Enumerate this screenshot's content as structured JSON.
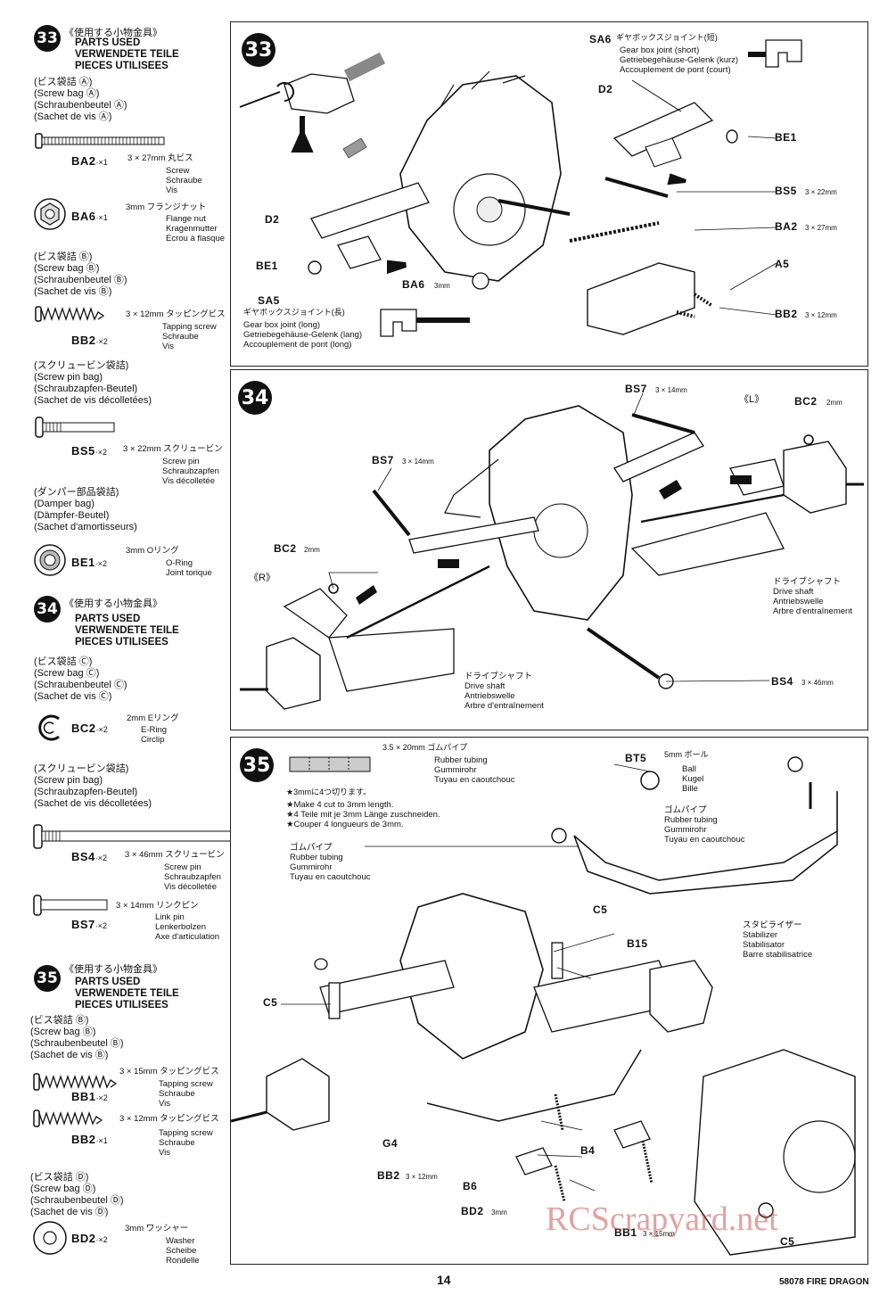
{
  "sidebar": {
    "s33": {
      "num": "33",
      "jp": "《使用する小物金具》",
      "en1": "PARTS USED",
      "en2": "VERWENDETE TEILE",
      "en3": "PIECES UTILISEES",
      "bagA": [
        "(ビス袋詰 Ⓐ)",
        "(Screw bag Ⓐ)",
        "(Schraubenbeutel Ⓐ)",
        "(Sachet de vis Ⓐ)"
      ],
      "ba2_code": "BA2",
      "ba2_qty": "·×1",
      "ba2_size": "3 × 27mm 丸ビス",
      "ba2_desc": [
        "Screw",
        "Schraube",
        "Vis"
      ],
      "ba6_code": "BA6",
      "ba6_qty": "·×1",
      "ba6_size": "3mm フランジナット",
      "ba6_desc": [
        "Flange nut",
        "Kragenmutter",
        "Ecrou à flasque"
      ],
      "bagB": [
        "(ビス袋詰 Ⓑ)",
        "(Screw bag Ⓑ)",
        "(Schraubenbeutel Ⓑ)",
        "(Sachet de vis Ⓑ)"
      ],
      "bb2_code": "BB2",
      "bb2_qty": "·×2",
      "bb2_size": "3 × 12mm タッピングビス",
      "bb2_desc": [
        "Tapping screw",
        "Schraube",
        "Vis"
      ],
      "pinbag": [
        "(スクリュービン袋詰)",
        "(Screw pin bag)",
        "(Schraubzapfen-Beutel)",
        "(Sachet de vis décolletées)"
      ],
      "bs5_code": "BS5",
      "bs5_qty": "·×2",
      "bs5_size": "3 × 22mm スクリュービン",
      "bs5_desc": [
        "Screw pin",
        "Schraubzapfen",
        "Vis décolletée"
      ],
      "damper": [
        "(ダンパー部品袋詰)",
        "(Damper bag)",
        "(Dämpfer-Beutel)",
        "(Sachet d'amortisseurs)"
      ],
      "be1_code": "BE1",
      "be1_qty": "·×2",
      "be1_size": "3mm Oリング",
      "be1_desc": [
        "O-Ring",
        "Joint torique"
      ]
    },
    "s34": {
      "num": "34",
      "jp": "《使用する小物金具》",
      "en1": "PARTS USED",
      "en2": "VERWENDETE TEILE",
      "en3": "PIECES UTILISEES",
      "bagC": [
        "(ビス袋詰 Ⓒ)",
        "(Screw bag Ⓒ)",
        "(Schraubenbeutel Ⓒ)",
        "(Sachet de vis Ⓒ)"
      ],
      "bc2_code": "BC2",
      "bc2_qty": "·×2",
      "bc2_size": "2mm Eリング",
      "bc2_desc": [
        "E-Ring",
        "Circlip"
      ],
      "pinbag": [
        "(スクリュービン袋詰)",
        "(Screw pin bag)",
        "(Schraubzapfen-Beutel)",
        "(Sachet de vis décolletées)"
      ],
      "bs4_code": "BS4",
      "bs4_qty": "·×2",
      "bs4_size": "3 × 46mm スクリュービン",
      "bs4_desc": [
        "Screw pin",
        "Schraubzapfen",
        "Vis décolletée"
      ],
      "bs7_code": "BS7",
      "bs7_qty": "·×2",
      "bs7_size": "3 × 14mm リンクピン",
      "bs7_desc": [
        "Link pin",
        "Lenkerbolzen",
        "Axe d'articulation"
      ]
    },
    "s35": {
      "num": "35",
      "jp": "《使用する小物金具》",
      "en1": "PARTS USED",
      "en2": "VERWENDETE TEILE",
      "en3": "PIECES UTILISEES",
      "bagB": [
        "(ビス袋詰 Ⓑ)",
        "(Screw bag Ⓑ)",
        "(Schraubenbeutel Ⓑ)",
        "(Sachet de vis Ⓑ)"
      ],
      "bb1_code": "BB1",
      "bb1_qty": "·×2",
      "bb1_size": "3 × 15mm タッピングビス",
      "bb1_desc": [
        "Tapping screw",
        "Schraube",
        "Vis"
      ],
      "bb2_code": "BB2",
      "bb2_qty": "·×1",
      "bb2_size": "3 × 12mm タッピングビス",
      "bb2_desc": [
        "Tapping screw",
        "Schraube",
        "Vis"
      ],
      "bagD": [
        "(ビス袋詰 Ⓓ)",
        "(Screw bag Ⓓ)",
        "(Schraubenbeutel Ⓓ)",
        "(Sachet de vis Ⓓ)"
      ],
      "bd2_code": "BD2",
      "bd2_qty": "·×2",
      "bd2_size": "3mm ワッシャー",
      "bd2_desc": [
        "Washer",
        "Scheibe",
        "Rondelle"
      ]
    }
  },
  "panel33": {
    "num": "33",
    "sa6": "SA6",
    "sa6_jp": "ギヤボックスジョイント(短)",
    "sa6_desc": [
      "Gear box joint (short)",
      "Getriebegehäuse-Gelenk (kurz)",
      "Accouplement de pont (court)"
    ],
    "d2a": "D2",
    "d2b": "D2",
    "be1a": "BE1",
    "be1b": "BE1",
    "bs5": "BS5",
    "bs5_size": "3 × 22mm",
    "ba2": "BA2",
    "ba2_size": "3 × 27mm",
    "a5": "A5",
    "bb2": "BB2",
    "bb2_size": "3 × 12mm",
    "ba6": "BA6",
    "ba6_size": "3mm",
    "sa5": "SA5",
    "sa5_jp": "ギヤボックスジョイント(長)",
    "sa5_desc": [
      "Gear box joint (long)",
      "Getriebegehäuse-Gelenk (lang)",
      "Accouplement de pont (long)"
    ]
  },
  "panel34": {
    "num": "34",
    "bs7a": "BS7",
    "bs7a_size": "3 × 14mm",
    "bs7b": "BS7",
    "bs7b_size": "3 × 14mm",
    "L": "《L》",
    "R": "《R》",
    "bc2a": "BC2",
    "bc2a_size": "2mm",
    "bc2b": "BC2",
    "bc2b_size": "2mm",
    "drive_r": [
      "ドライブシャフト",
      "Drive shaft",
      "Antriebswelle",
      "Arbre d'entraînement"
    ],
    "drive_l": [
      "ドライブシャフト",
      "Drive shaft",
      "Antriebswelle",
      "Arbre d'entraînement"
    ],
    "bs4": "BS4",
    "bs4_size": "3 × 46mm"
  },
  "panel35": {
    "num": "35",
    "tube_size": "3.5 × 20mm ゴムパイプ",
    "tube_desc": [
      "Rubber tubing",
      "Gummirohr",
      "Tuyau en caoutchouc"
    ],
    "cut_jp": "★3mmに4つ切ります。",
    "cut": [
      "★Make 4 cut to 3mm length.",
      "★4 Teile mit je 3mm Länge zuschneiden.",
      "★Couper 4 longueurs de 3mm."
    ],
    "rubber_a": [
      "ゴムパイプ",
      "Rubber tubing",
      "Gummirohr",
      "Tuyau en caoutchouc"
    ],
    "rubber_b": [
      "ゴムパイプ",
      "Rubber tubing",
      "Gummirohr",
      "Tuyau en caoutchouc"
    ],
    "bt5": "BT5",
    "bt5_jp": "5mm ボール",
    "bt5_desc": [
      "Ball",
      "Kugel",
      "Bille"
    ],
    "stab": [
      "スタビライザー",
      "Stabilizer",
      "Stabilisator",
      "Barre stabilisatrice"
    ],
    "c5a": "C5",
    "c5b": "C5",
    "c5c": "C5",
    "b15": "B15",
    "g4": "G4",
    "b4": "B4",
    "b6": "B6",
    "bb2": "BB2",
    "bb2_size": "3 × 12mm",
    "bd2": "BD2",
    "bd2_size": "3mm",
    "bb1": "BB1",
    "bb1_size": "3 × 15mm"
  },
  "footer": {
    "page": "14",
    "model": "58078 FIRE DRAGON"
  },
  "watermark": "RCScrapyard.net"
}
